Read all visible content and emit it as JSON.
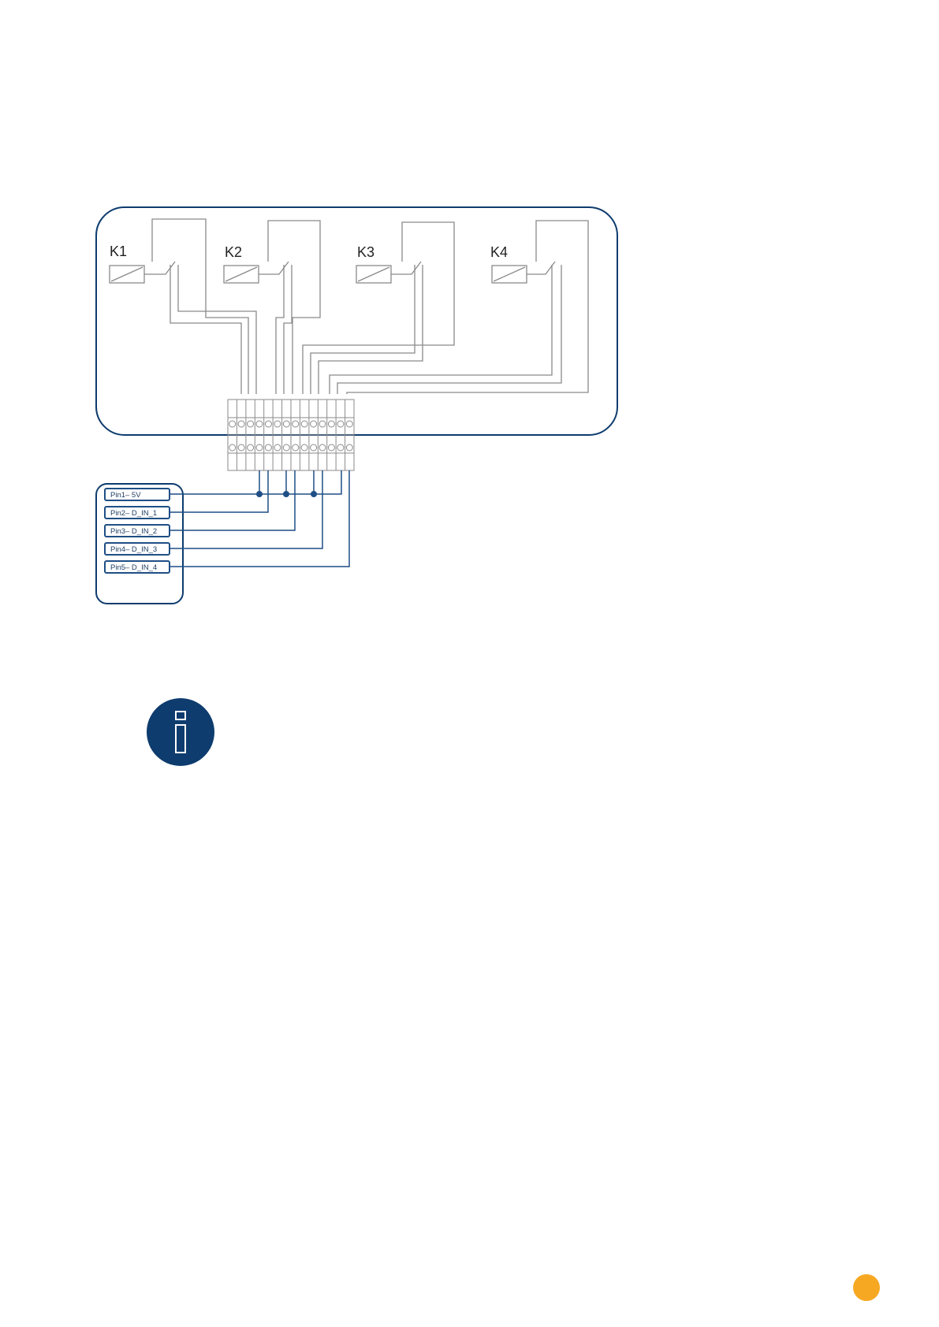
{
  "diagram": {
    "relays": [
      {
        "label": "K1"
      },
      {
        "label": "K2"
      },
      {
        "label": "K3"
      },
      {
        "label": "K4"
      }
    ],
    "pins": [
      {
        "label": "Pin1– 5V"
      },
      {
        "label": "Pin2– D_IN_1"
      },
      {
        "label": "Pin3– D_IN_2"
      },
      {
        "label": "Pin4– D_IN_3"
      },
      {
        "label": "Pin5– D_IN_4"
      }
    ]
  },
  "icons": {
    "info": "info-icon",
    "page_marker": "orange-circle"
  },
  "colors": {
    "frame": "#0e3c6e",
    "wire_gray": "#8a8a8a",
    "wire_blue": "#1f4f86",
    "accent": "#f7a823"
  }
}
